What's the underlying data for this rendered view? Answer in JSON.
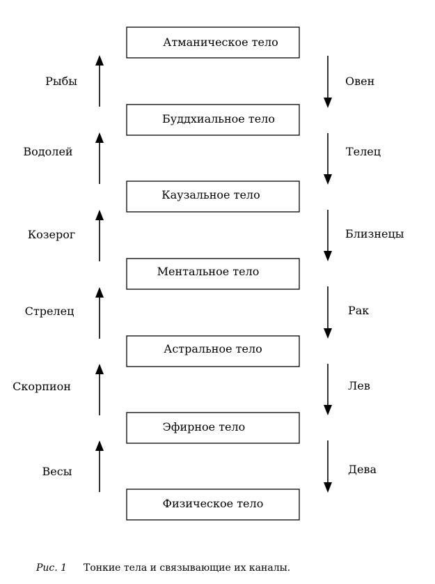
{
  "bodies": [
    "Атманическое тело",
    "Буддхиальное тело",
    "Каузальное тело",
    "Ментальное тело",
    "Астральное тело",
    "Эфирное тело",
    "Физическое тело"
  ],
  "ascending_channels": [
    "Рыбы",
    "Водолей",
    "Козерог",
    "Стрелец",
    "Скорпион",
    "Весы"
  ],
  "descending_channels": [
    "Овен",
    "Телец",
    "Близнецы",
    "Рак",
    "Лев",
    "Дева"
  ],
  "caption": {
    "label": "Рис. 1",
    "text": "Тонкие тела и связывающие их каналы."
  }
}
